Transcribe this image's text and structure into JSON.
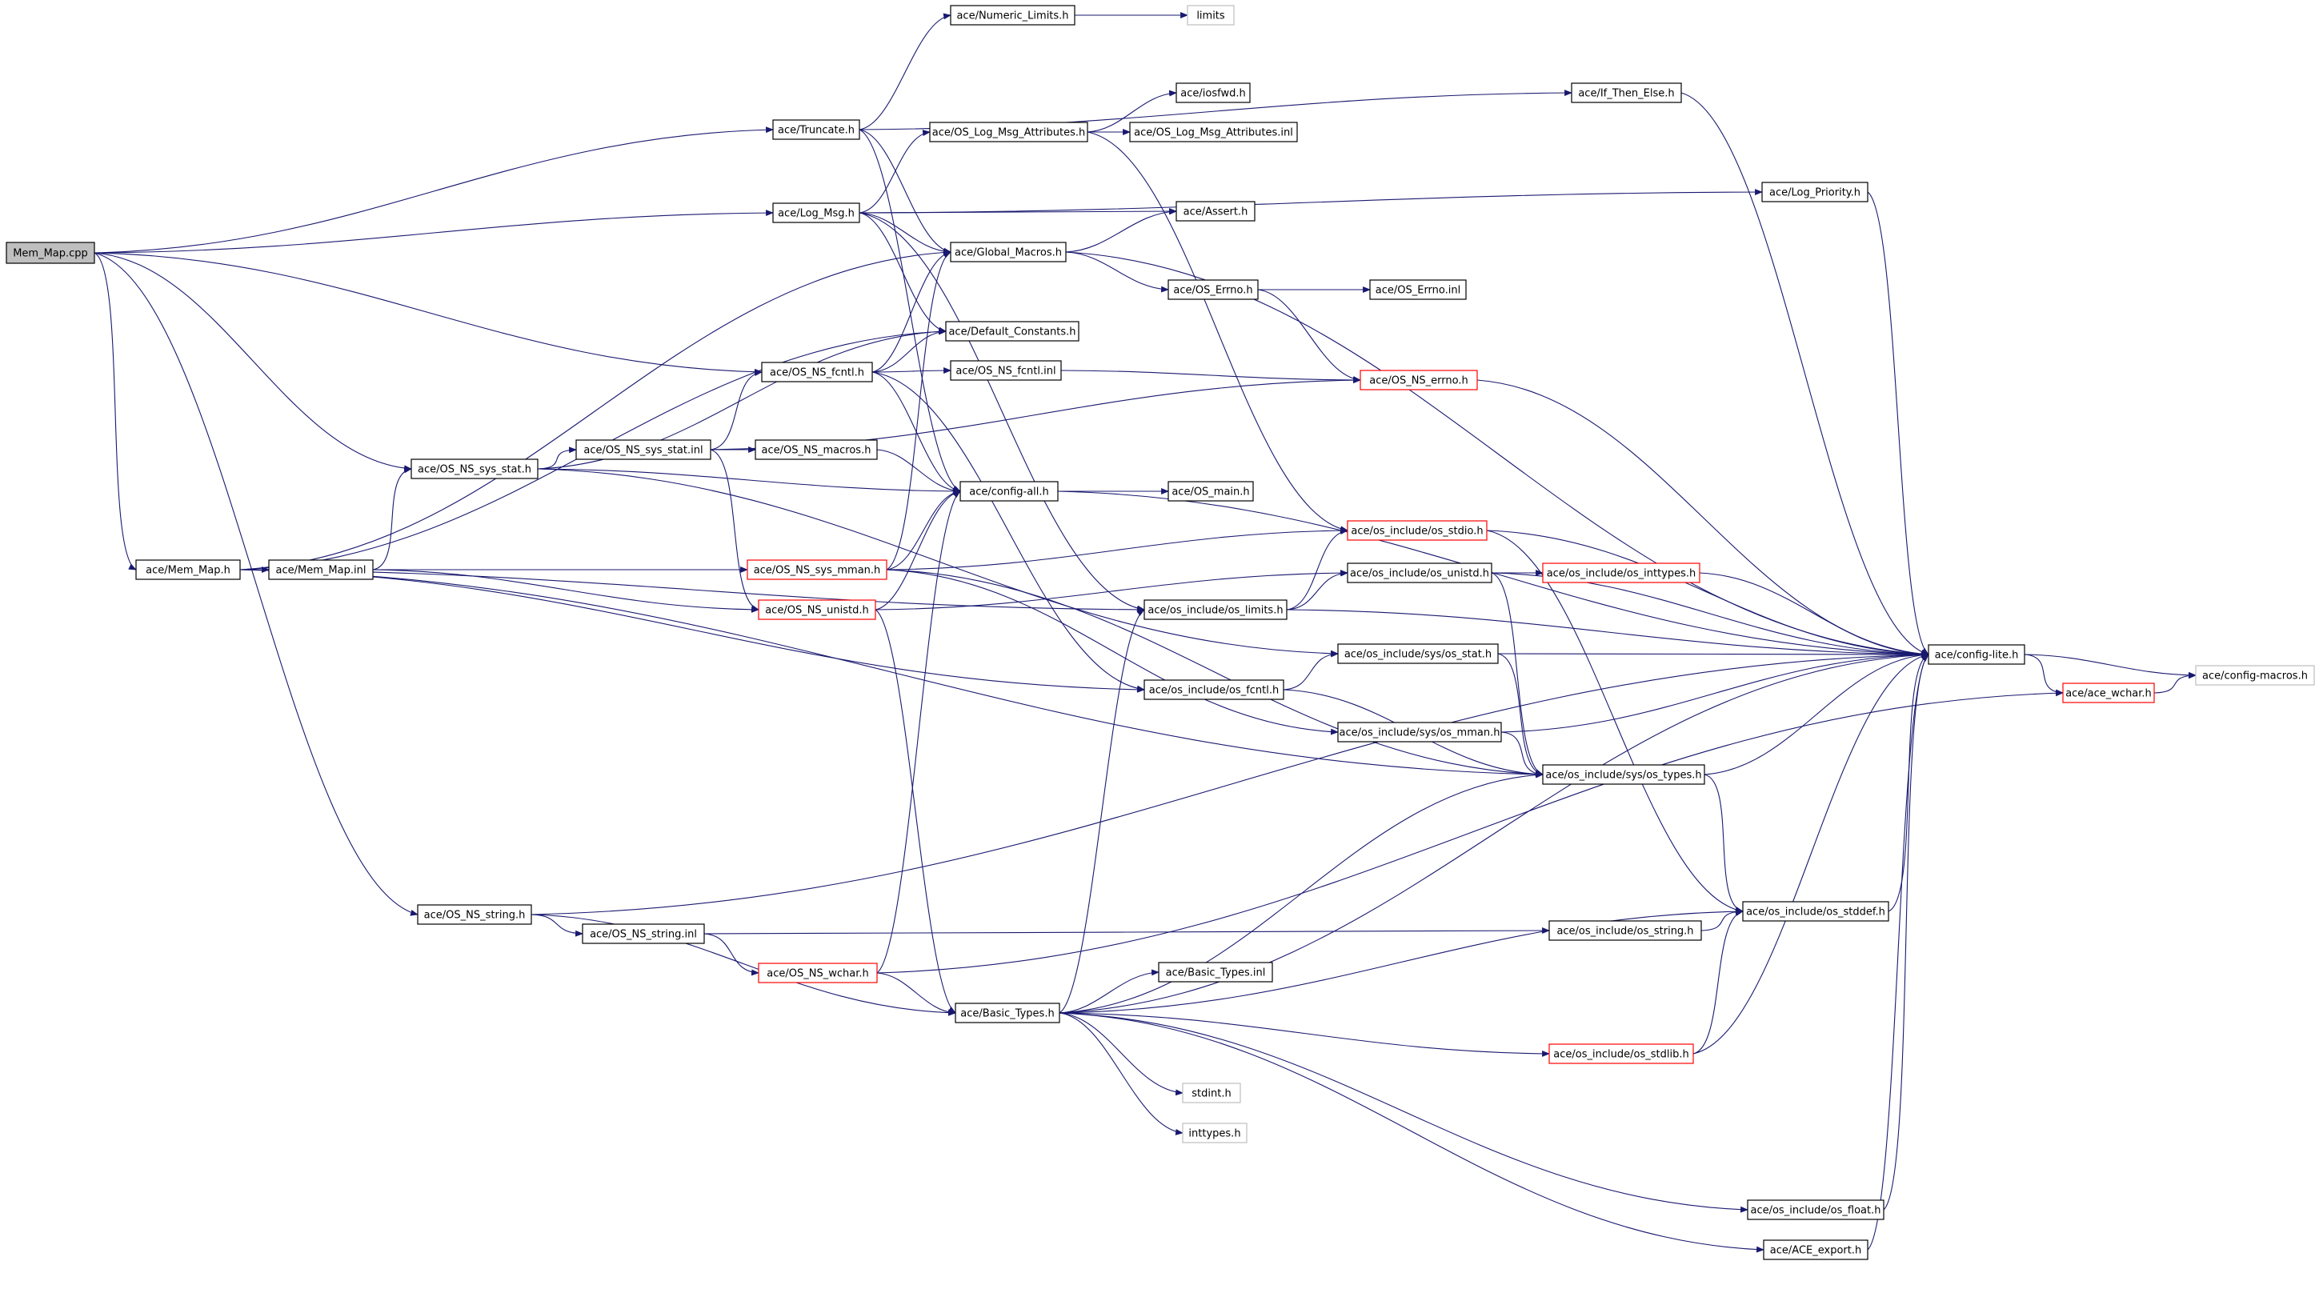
{
  "colors": {
    "edge": "#191970",
    "root_fill": "#bfbfbf",
    "border": "#000000",
    "border_incomplete": "#ff0000",
    "border_external": "#bfbfbf"
  },
  "nodes": [
    {
      "id": "mem_map_cpp",
      "label": "Mem_Map.cpp",
      "style": "root"
    },
    {
      "id": "numeric_limits",
      "label": "ace/Numeric_Limits.h",
      "style": "normal"
    },
    {
      "id": "limits",
      "label": "limits",
      "style": "gray"
    },
    {
      "id": "truncate",
      "label": "ace/Truncate.h",
      "style": "normal"
    },
    {
      "id": "if_then_else",
      "label": "ace/If_Then_Else.h",
      "style": "normal"
    },
    {
      "id": "iosfwd",
      "label": "ace/iosfwd.h",
      "style": "normal"
    },
    {
      "id": "log_msg_attr",
      "label": "ace/OS_Log_Msg_Attributes.h",
      "style": "normal"
    },
    {
      "id": "log_msg_attr_inl",
      "label": "ace/OS_Log_Msg_Attributes.inl",
      "style": "normal"
    },
    {
      "id": "log_msg",
      "label": "ace/Log_Msg.h",
      "style": "normal"
    },
    {
      "id": "log_priority",
      "label": "ace/Log_Priority.h",
      "style": "normal"
    },
    {
      "id": "assert",
      "label": "ace/Assert.h",
      "style": "normal"
    },
    {
      "id": "global_macros",
      "label": "ace/Global_Macros.h",
      "style": "normal"
    },
    {
      "id": "os_errno",
      "label": "ace/OS_Errno.h",
      "style": "normal"
    },
    {
      "id": "os_errno_inl",
      "label": "ace/OS_Errno.inl",
      "style": "normal"
    },
    {
      "id": "default_constants",
      "label": "ace/Default_Constants.h",
      "style": "normal"
    },
    {
      "id": "os_ns_fcntl",
      "label": "ace/OS_NS_fcntl.h",
      "style": "normal"
    },
    {
      "id": "os_ns_fcntl_inl",
      "label": "ace/OS_NS_fcntl.inl",
      "style": "normal"
    },
    {
      "id": "os_ns_errno",
      "label": "ace/OS_NS_errno.h",
      "style": "red"
    },
    {
      "id": "os_ns_sys_stat",
      "label": "ace/OS_NS_sys_stat.h",
      "style": "normal"
    },
    {
      "id": "os_ns_sys_stat_inl",
      "label": "ace/OS_NS_sys_stat.inl",
      "style": "normal"
    },
    {
      "id": "os_ns_macros",
      "label": "ace/OS_NS_macros.h",
      "style": "normal"
    },
    {
      "id": "config_all",
      "label": "ace/config-all.h",
      "style": "normal"
    },
    {
      "id": "os_main",
      "label": "ace/OS_main.h",
      "style": "normal"
    },
    {
      "id": "os_stdio",
      "label": "ace/os_include/os_stdio.h",
      "style": "red"
    },
    {
      "id": "mem_map_h",
      "label": "ace/Mem_Map.h",
      "style": "normal"
    },
    {
      "id": "mem_map_inl",
      "label": "ace/Mem_Map.inl",
      "style": "normal"
    },
    {
      "id": "os_ns_sys_mman",
      "label": "ace/OS_NS_sys_mman.h",
      "style": "red"
    },
    {
      "id": "os_unistd",
      "label": "ace/os_include/os_unistd.h",
      "style": "normal"
    },
    {
      "id": "os_inttypes",
      "label": "ace/os_include/os_inttypes.h",
      "style": "red"
    },
    {
      "id": "os_ns_unistd",
      "label": "ace/OS_NS_unistd.h",
      "style": "red"
    },
    {
      "id": "os_limits",
      "label": "ace/os_include/os_limits.h",
      "style": "normal"
    },
    {
      "id": "config_lite",
      "label": "ace/config-lite.h",
      "style": "normal"
    },
    {
      "id": "config_macros",
      "label": "ace/config-macros.h",
      "style": "gray"
    },
    {
      "id": "sys_os_stat",
      "label": "ace/os_include/sys/os_stat.h",
      "style": "normal"
    },
    {
      "id": "ace_wchar",
      "label": "ace/ace_wchar.h",
      "style": "red"
    },
    {
      "id": "os_fcntl",
      "label": "ace/os_include/os_fcntl.h",
      "style": "normal"
    },
    {
      "id": "sys_os_mman",
      "label": "ace/os_include/sys/os_mman.h",
      "style": "normal"
    },
    {
      "id": "sys_os_types",
      "label": "ace/os_include/sys/os_types.h",
      "style": "normal"
    },
    {
      "id": "os_ns_string",
      "label": "ace/OS_NS_string.h",
      "style": "normal"
    },
    {
      "id": "os_ns_string_inl",
      "label": "ace/OS_NS_string.inl",
      "style": "normal"
    },
    {
      "id": "os_string",
      "label": "ace/os_include/os_string.h",
      "style": "normal"
    },
    {
      "id": "os_stddef",
      "label": "ace/os_include/os_stddef.h",
      "style": "normal"
    },
    {
      "id": "os_ns_wchar",
      "label": "ace/OS_NS_wchar.h",
      "style": "red"
    },
    {
      "id": "basic_types_inl",
      "label": "ace/Basic_Types.inl",
      "style": "normal"
    },
    {
      "id": "basic_types",
      "label": "ace/Basic_Types.h",
      "style": "normal"
    },
    {
      "id": "os_stdlib",
      "label": "ace/os_include/os_stdlib.h",
      "style": "red"
    },
    {
      "id": "stdint",
      "label": "stdint.h",
      "style": "gray"
    },
    {
      "id": "inttypes",
      "label": "inttypes.h",
      "style": "gray"
    },
    {
      "id": "os_float",
      "label": "ace/os_include/os_float.h",
      "style": "normal"
    },
    {
      "id": "ace_export",
      "label": "ace/ACE_export.h",
      "style": "normal"
    }
  ],
  "edges": [
    [
      "mem_map_cpp",
      "truncate"
    ],
    [
      "mem_map_cpp",
      "log_msg"
    ],
    [
      "mem_map_cpp",
      "os_ns_fcntl"
    ],
    [
      "mem_map_cpp",
      "os_ns_sys_stat"
    ],
    [
      "mem_map_cpp",
      "mem_map_h"
    ],
    [
      "mem_map_cpp",
      "os_ns_string"
    ],
    [
      "numeric_limits",
      "limits"
    ],
    [
      "truncate",
      "numeric_limits"
    ],
    [
      "truncate",
      "if_then_else"
    ],
    [
      "truncate",
      "global_macros"
    ],
    [
      "truncate",
      "config_all"
    ],
    [
      "if_then_else",
      "config_lite"
    ],
    [
      "log_msg_attr",
      "iosfwd"
    ],
    [
      "log_msg_attr",
      "log_msg_attr_inl"
    ],
    [
      "log_msg_attr",
      "os_stdio"
    ],
    [
      "log_msg",
      "log_msg_attr"
    ],
    [
      "log_msg",
      "log_priority"
    ],
    [
      "log_msg",
      "assert"
    ],
    [
      "log_msg",
      "global_macros"
    ],
    [
      "log_msg",
      "default_constants"
    ],
    [
      "log_msg",
      "os_limits"
    ],
    [
      "log_priority",
      "config_lite"
    ],
    [
      "global_macros",
      "assert"
    ],
    [
      "global_macros",
      "os_errno"
    ],
    [
      "global_macros",
      "config_lite"
    ],
    [
      "os_errno",
      "os_errno_inl"
    ],
    [
      "os_errno",
      "os_ns_errno"
    ],
    [
      "os_ns_fcntl",
      "global_macros"
    ],
    [
      "os_ns_fcntl",
      "default_constants"
    ],
    [
      "os_ns_fcntl",
      "os_ns_fcntl_inl"
    ],
    [
      "os_ns_fcntl",
      "config_all"
    ],
    [
      "os_ns_fcntl",
      "os_fcntl"
    ],
    [
      "os_ns_fcntl_inl",
      "os_ns_errno"
    ],
    [
      "os_ns_errno",
      "config_lite"
    ],
    [
      "os_ns_sys_stat",
      "default_constants"
    ],
    [
      "os_ns_sys_stat",
      "os_ns_sys_stat_inl"
    ],
    [
      "os_ns_sys_stat",
      "config_all"
    ],
    [
      "os_ns_sys_stat",
      "sys_os_stat"
    ],
    [
      "os_ns_sys_stat_inl",
      "os_ns_fcntl"
    ],
    [
      "os_ns_sys_stat_inl",
      "os_ns_macros"
    ],
    [
      "os_ns_sys_stat_inl",
      "os_ns_errno"
    ],
    [
      "os_ns_sys_stat_inl",
      "os_ns_unistd"
    ],
    [
      "os_ns_macros",
      "config_all"
    ],
    [
      "config_all",
      "config_lite"
    ],
    [
      "config_all",
      "os_main"
    ],
    [
      "os_stdio",
      "config_lite"
    ],
    [
      "os_stdio",
      "os_stddef"
    ],
    [
      "mem_map_h",
      "mem_map_inl"
    ],
    [
      "mem_map_h",
      "default_constants"
    ],
    [
      "mem_map_h",
      "global_macros"
    ],
    [
      "mem_map_h",
      "os_limits"
    ],
    [
      "mem_map_h",
      "os_fcntl"
    ],
    [
      "mem_map_h",
      "sys_os_types"
    ],
    [
      "mem_map_inl",
      "os_ns_sys_stat"
    ],
    [
      "mem_map_inl",
      "os_ns_sys_mman"
    ],
    [
      "mem_map_inl",
      "os_ns_unistd"
    ],
    [
      "os_ns_sys_mman",
      "global_macros"
    ],
    [
      "os_ns_sys_mman",
      "config_all"
    ],
    [
      "os_ns_sys_mman",
      "os_stdio"
    ],
    [
      "os_ns_sys_mman",
      "sys_os_mman"
    ],
    [
      "os_ns_sys_mman",
      "sys_os_types"
    ],
    [
      "os_unistd",
      "os_inttypes"
    ],
    [
      "os_unistd",
      "config_lite"
    ],
    [
      "os_unistd",
      "sys_os_types"
    ],
    [
      "os_inttypes",
      "config_lite"
    ],
    [
      "os_ns_unistd",
      "config_all"
    ],
    [
      "os_ns_unistd",
      "os_unistd"
    ],
    [
      "os_ns_unistd",
      "basic_types"
    ],
    [
      "os_limits",
      "os_unistd"
    ],
    [
      "os_limits",
      "os_stdio"
    ],
    [
      "os_limits",
      "config_lite"
    ],
    [
      "config_lite",
      "config_macros"
    ],
    [
      "config_lite",
      "ace_wchar"
    ],
    [
      "ace_wchar",
      "config_macros"
    ],
    [
      "sys_os_stat",
      "config_lite"
    ],
    [
      "sys_os_stat",
      "sys_os_types"
    ],
    [
      "os_fcntl",
      "sys_os_stat"
    ],
    [
      "os_fcntl",
      "sys_os_types"
    ],
    [
      "sys_os_mman",
      "config_lite"
    ],
    [
      "sys_os_mman",
      "sys_os_types"
    ],
    [
      "sys_os_types",
      "config_lite"
    ],
    [
      "sys_os_types",
      "os_stddef"
    ],
    [
      "os_ns_string",
      "config_lite"
    ],
    [
      "os_ns_string",
      "os_ns_string_inl"
    ],
    [
      "os_ns_string",
      "basic_types"
    ],
    [
      "os_ns_string_inl",
      "os_string"
    ],
    [
      "os_ns_string_inl",
      "os_ns_wchar"
    ],
    [
      "os_string",
      "os_stddef"
    ],
    [
      "os_stddef",
      "config_lite"
    ],
    [
      "os_ns_wchar",
      "config_all"
    ],
    [
      "os_ns_wchar",
      "basic_types"
    ],
    [
      "os_ns_wchar",
      "ace_wchar"
    ],
    [
      "basic_types",
      "basic_types_inl"
    ],
    [
      "basic_types",
      "os_limits"
    ],
    [
      "basic_types",
      "sys_os_types"
    ],
    [
      "basic_types",
      "os_stddef"
    ],
    [
      "basic_types",
      "os_stdlib"
    ],
    [
      "basic_types",
      "stdint"
    ],
    [
      "basic_types",
      "inttypes"
    ],
    [
      "basic_types",
      "config_lite"
    ],
    [
      "basic_types",
      "os_float"
    ],
    [
      "basic_types",
      "ace_export"
    ],
    [
      "os_stdlib",
      "os_stddef"
    ],
    [
      "os_stdlib",
      "config_lite"
    ],
    [
      "os_float",
      "config_lite"
    ],
    [
      "ace_export",
      "config_lite"
    ]
  ]
}
